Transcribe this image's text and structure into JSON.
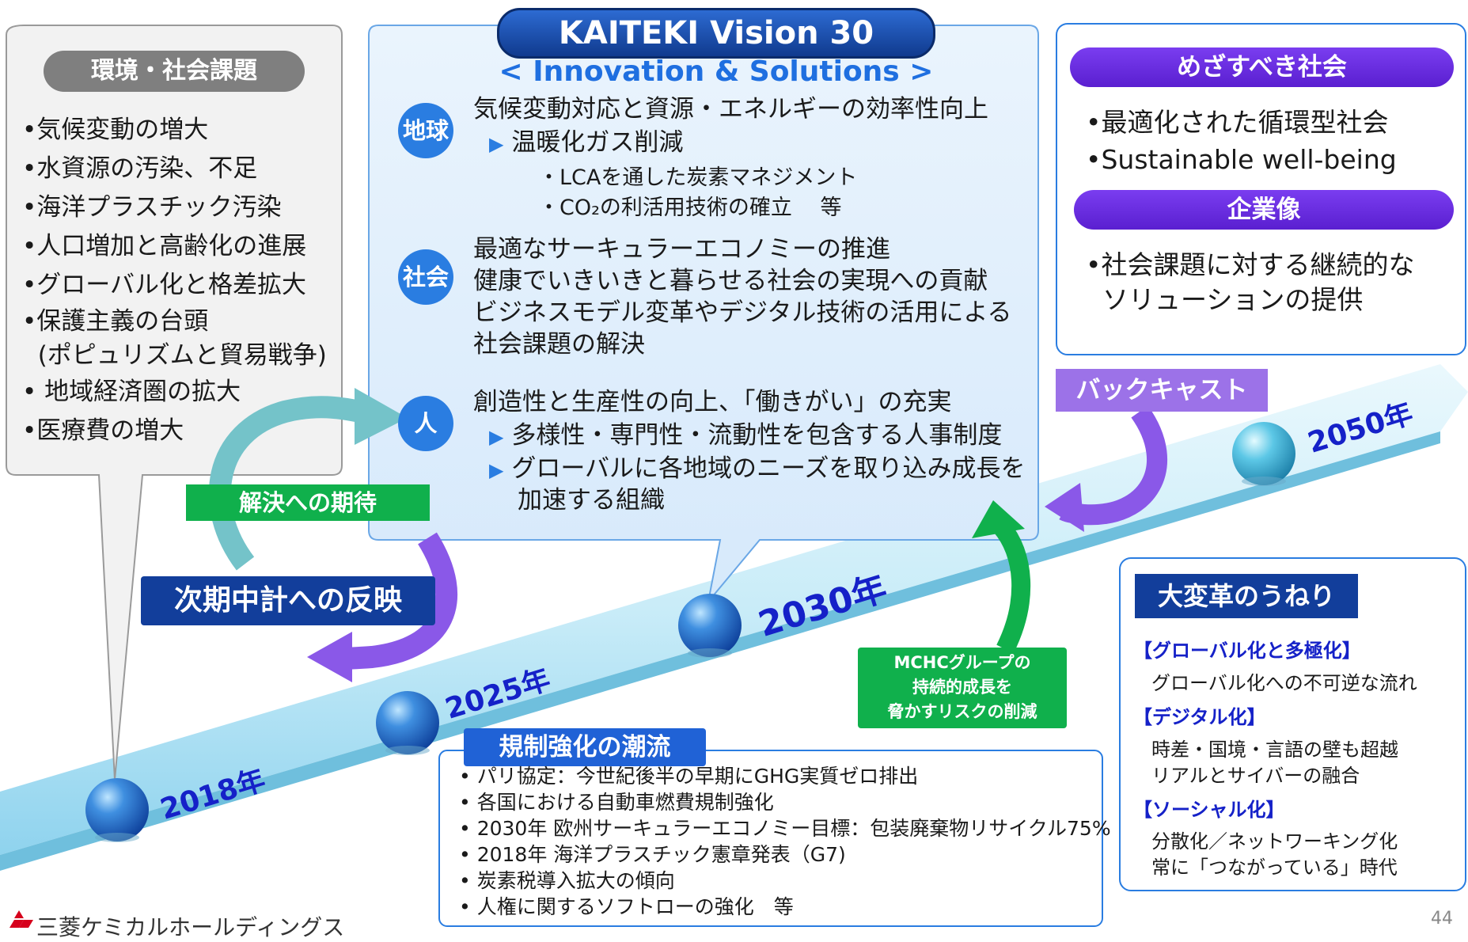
{
  "left_box": {
    "title": "環境・社会課題",
    "items": [
      "•気候変動の増大",
      "•水資源の汚染、不足",
      "•海洋プラスチック汚染",
      "•人口増加と高齢化の進展",
      "•グローバル化と格差拡大",
      "•保護主義の台頭",
      "  (ポピュリズムと貿易戦争)",
      "• 地域経済圏の拡大",
      "•医療費の増大"
    ]
  },
  "vision": {
    "title": "KAITEKI Vision 30",
    "subtitle": "< Innovation & Solutions >",
    "earth": {
      "tag": "地球",
      "line1": "気候変動対応と資源・エネルギーの効率性向上",
      "arrow1": "温暖化ガス削減",
      "sub1": "・LCAを通した炭素マネジメント",
      "sub2": "・CO₂の利活用技術の確立　 等"
    },
    "society": {
      "tag": "社会",
      "lines": [
        "最適なサーキュラーエコノミーの推進",
        "健康でいきいきと暮らせる社会の実現への貢献",
        "ビジネスモデル変革やデジタル技術の活用による",
        "社会課題の解決"
      ]
    },
    "people": {
      "tag": "人",
      "line1": "創造性と生産性の向上、「働きがい」の充実",
      "arrow1": "多様性・専門性・流動性を包含する人事制度",
      "arrow2": "グローバルに各地域のニーズを取り込み成長を",
      "arrow2_cont": "加速する組織"
    }
  },
  "right_box": {
    "society_title": "めざすべき社会",
    "society_items": [
      "•最適化された循環型社会",
      "•Sustainable well-being"
    ],
    "corp_title": "企業像",
    "corp_items": [
      "•社会課題に対する継続的な",
      "  ソリューションの提供"
    ]
  },
  "labels": {
    "expectation": "解決への期待",
    "next_plan": "次期中計への反映",
    "backcast": "バックキャスト",
    "risk": [
      "MCHCグループの",
      "持続的成長を",
      "脅かすリスクの削減"
    ]
  },
  "years": {
    "y2018": "2018年",
    "y2025": "2025年",
    "y2030": "2030年",
    "y2050": "2050年"
  },
  "regulation": {
    "title": "規制強化の潮流",
    "items": [
      "• パリ協定：今世紀後半の早期にGHG実質ゼロ排出",
      "• 各国における自動車燃費規制強化",
      "• 2030年 欧州サーキュラーエコノミー目標：包装廃棄物リサイクル75%",
      "• 2018年 海洋プラスチック憲章発表（G7)",
      "• 炭素税導入拡大の傾向",
      "• 人権に関するソフトローの強化　等"
    ]
  },
  "wave": {
    "title": "大変革のうねり",
    "sections": [
      {
        "head": "【グローバル化と多極化】",
        "body": [
          "グローバル化への不可逆な流れ"
        ]
      },
      {
        "head": "【デジタル化】",
        "body": [
          "時差・国境・言語の壁も超越",
          "リアルとサイバーの融合"
        ]
      },
      {
        "head": "【ソーシャル化】",
        "body": [
          "分散化／ネットワーキング化",
          "常に「つながっている」時代"
        ]
      }
    ]
  },
  "footer": {
    "company": "三菱ケミカルホールディングス",
    "page": "44"
  },
  "colors": {
    "accent_blue": "#2a7de1",
    "navy": "#123e9b",
    "purple": "#6a2fe0",
    "green": "#10b04c",
    "year_blue": "#1521c8"
  }
}
